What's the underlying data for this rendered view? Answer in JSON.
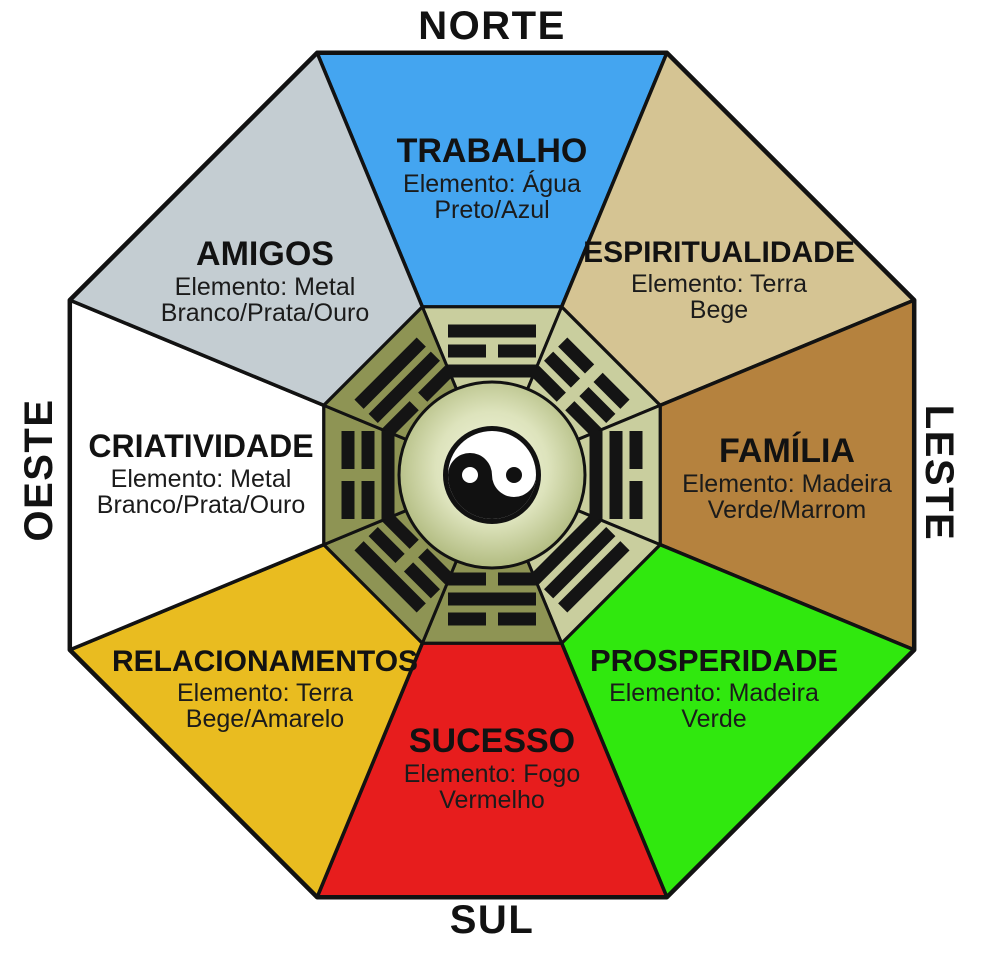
{
  "diagram_title": "Bagua Feng Shui octagon map",
  "directions": {
    "north": "NORTE",
    "south": "SUL",
    "east": "LESTE",
    "west": "OESTE"
  },
  "sectors": [
    {
      "id": "north",
      "name": "TRABALHO",
      "element": "Elemento: Água",
      "colors": "Preto/Azul",
      "fill": "#44A5F0",
      "ring_shade": "light"
    },
    {
      "id": "northeast",
      "name": "ESPIRITUALIDADE",
      "element": "Elemento: Terra",
      "colors": "Bege",
      "fill": "#D5C493",
      "ring_shade": "light"
    },
    {
      "id": "east",
      "name": "FAMÍLIA",
      "element": "Elemento: Madeira",
      "colors": "Verde/Marrom",
      "fill": "#B5823E",
      "ring_shade": "light"
    },
    {
      "id": "southeast",
      "name": "PROSPERIDADE",
      "element": "Elemento: Madeira",
      "colors": "Verde",
      "fill": "#30E80E",
      "ring_shade": "light"
    },
    {
      "id": "south",
      "name": "SUCESSO",
      "element": "Elemento: Fogo",
      "colors": "Vermelho",
      "fill": "#E71D1D",
      "ring_shade": "dark"
    },
    {
      "id": "southwest",
      "name": "RELACIONAMENTOS",
      "element": "Elemento: Terra",
      "colors": "Bege/Amarelo",
      "fill": "#E9BC20",
      "ring_shade": "dark"
    },
    {
      "id": "west",
      "name": "CRIATIVIDADE",
      "element": "Elemento: Metal",
      "colors": "Branco/Prata/Ouro",
      "fill": "#FFFFFF",
      "ring_shade": "dark"
    },
    {
      "id": "northwest",
      "name": "AMIGOS",
      "element": "Elemento: Metal",
      "colors": "Branco/Prata/Ouro",
      "fill": "#C4CDD2",
      "ring_shade": "dark"
    }
  ],
  "trigrams": {
    "north": {
      "lines_outer_to_inner": [
        1,
        0,
        1
      ]
    },
    "northeast": {
      "lines_outer_to_inner": [
        0,
        0,
        0
      ]
    },
    "east": {
      "lines_outer_to_inner": [
        0,
        1,
        1
      ]
    },
    "southeast": {
      "lines_outer_to_inner": [
        1,
        1,
        1
      ]
    },
    "south": {
      "lines_outer_to_inner": [
        0,
        1,
        0
      ]
    },
    "southwest": {
      "lines_outer_to_inner": [
        1,
        0,
        0
      ]
    },
    "west": {
      "lines_outer_to_inner": [
        0,
        0,
        1
      ]
    },
    "northwest": {
      "lines_outer_to_inner": [
        1,
        1,
        0
      ]
    }
  },
  "center": {
    "symbol": "yin-yang"
  },
  "palette": {
    "outline": "#121212",
    "inner_ring_light": "#C9CE9E",
    "inner_ring_dark": "#8E9454",
    "glow_center": "#F5F7E0",
    "glow_mid": "#DDE3BC",
    "glow_edge": "#AFB97D",
    "text": "#121212",
    "background": "#FFFFFF"
  }
}
